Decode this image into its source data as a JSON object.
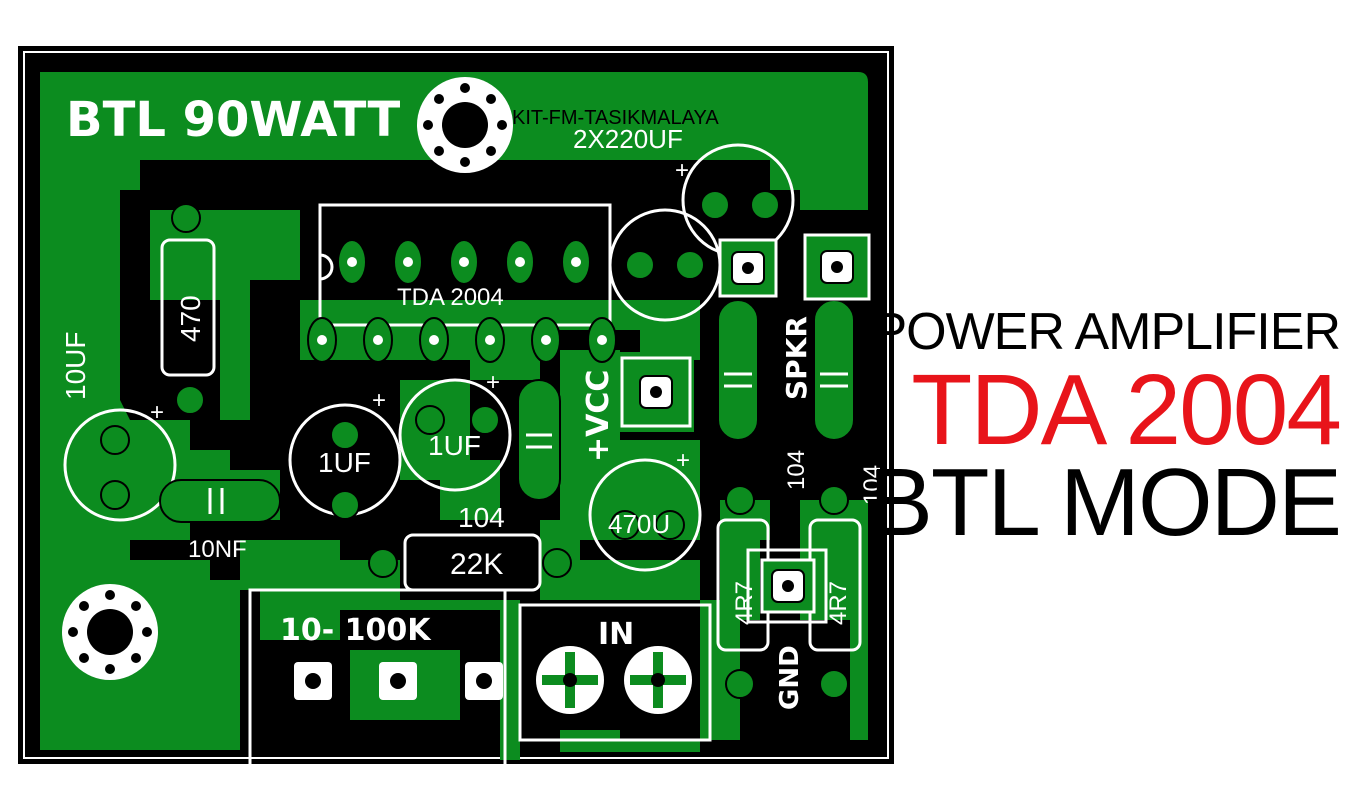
{
  "board": {
    "title": "BTL 90WATT",
    "watermark": "KIT-FM-TASIKMALAYA",
    "ic_label": "TDA 2004",
    "labels": {
      "cap_top": "2X220UF",
      "r_470": "470",
      "c_10uf": "10UF",
      "c_1uf_a": "1UF",
      "c_1uf_b": "1UF",
      "c_104_center": "104",
      "vcc": "+VCC",
      "c_470u": "470U",
      "c_10nf": "10NF",
      "r_22k": "22K",
      "pot": "10- 100K",
      "input": "IN",
      "speaker": "SPKR",
      "c_104_right_a": "104",
      "c_104_right_b": "104",
      "r_4r7_a": "4R7",
      "r_4r7_b": "4R7",
      "gnd": "GND"
    }
  },
  "headings": {
    "line1": "POWER AMPLIFIER",
    "line2": "TDA 2004",
    "line3": "BTL MODE"
  },
  "colors": {
    "pcb_green": "#0c8c1f",
    "pcb_black": "#000000",
    "silkscreen": "#ffffff",
    "accent_red": "#e8141a"
  }
}
